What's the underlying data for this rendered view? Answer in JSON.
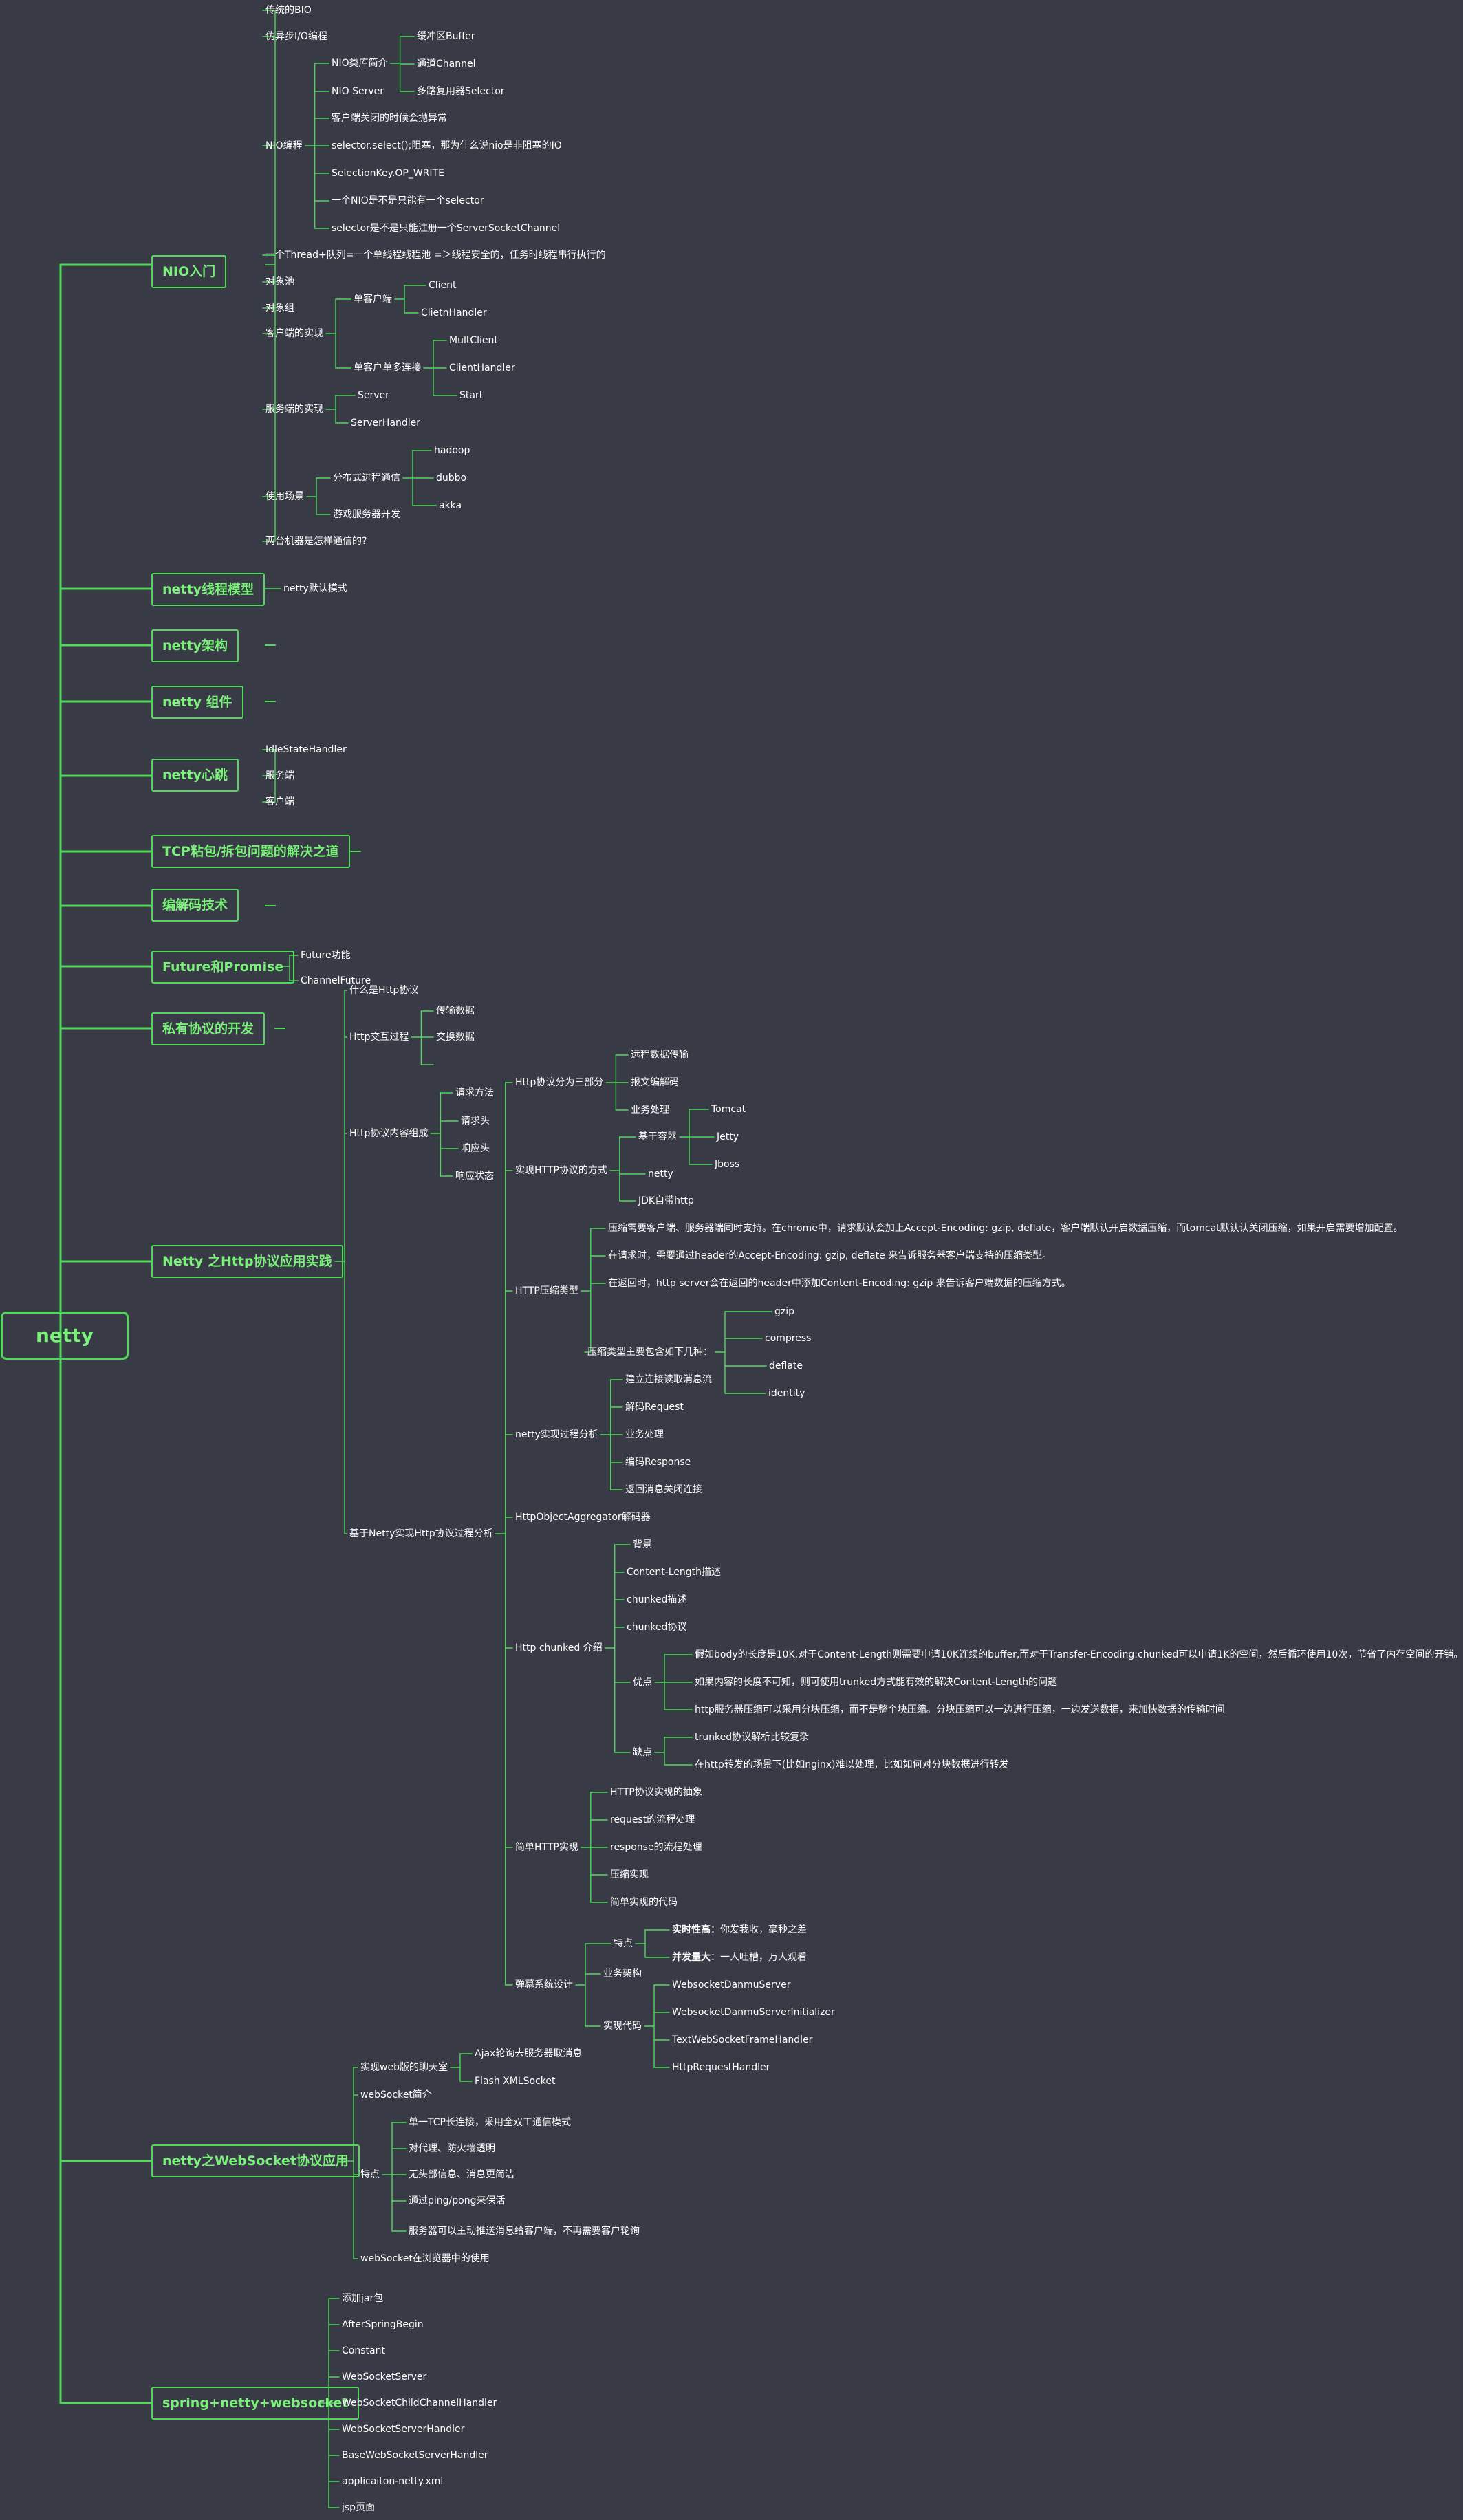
{
  "root": "netty",
  "branches": [
    {
      "title": "NIO入门",
      "children": [
        {
          "text": "传统的BIO"
        },
        {
          "text": "伪异步I/O编程"
        },
        {
          "text": "NIO编程",
          "children": [
            {
              "text": "NIO类库简介",
              "children": [
                {
                  "text": "缓冲区Buffer"
                },
                {
                  "text": "通道Channel"
                },
                {
                  "text": "多路复用器Selector"
                }
              ]
            },
            {
              "text": "NIO Server"
            },
            {
              "text": "客户端关闭的时候会抛异常"
            },
            {
              "text": "selector.select();阻塞，那为什么说nio是非阻塞的IO"
            },
            {
              "text": "SelectionKey.OP_WRITE"
            },
            {
              "text": "一个NIO是不是只能有一个selector"
            },
            {
              "text": "selector是不是只能注册一个ServerSocketChannel"
            }
          ]
        },
        {
          "text": "一个Thread+队列=一个单线程线程池 =＞线程安全的，任务时线程串行执行的"
        },
        {
          "text": "对象池"
        },
        {
          "text": "对象组"
        },
        {
          "text": "客户端的实现",
          "children": [
            {
              "text": "单客户端",
              "children": [
                {
                  "text": "Client"
                },
                {
                  "text": "ClietnHandler"
                }
              ]
            },
            {
              "text": "单客户单多连接",
              "children": [
                {
                  "text": "MultClient"
                },
                {
                  "text": "ClientHandler"
                },
                {
                  "text": "Start"
                }
              ]
            }
          ]
        },
        {
          "text": "服务端的实现",
          "children": [
            {
              "text": "Server"
            },
            {
              "text": "ServerHandler"
            }
          ]
        },
        {
          "text": "使用场景",
          "children": [
            {
              "text": "分布式进程通信",
              "children": [
                {
                  "text": "hadoop"
                },
                {
                  "text": "dubbo"
                },
                {
                  "text": "akka"
                }
              ]
            },
            {
              "text": "游戏服务器开发"
            }
          ]
        },
        {
          "text": "两台机器是怎样通信的?"
        }
      ]
    },
    {
      "title": "netty线程模型",
      "children": [
        {
          "text": "netty默认模式"
        }
      ]
    },
    {
      "title": "netty架构",
      "children": []
    },
    {
      "title": "netty 组件",
      "children": []
    },
    {
      "title": "netty心跳",
      "children": [
        {
          "text": "IdleStateHandler"
        },
        {
          "text": "服务端"
        },
        {
          "text": "客户端"
        }
      ]
    },
    {
      "title": "TCP粘包/拆包问题的解决之道",
      "children": []
    },
    {
      "title": "编解码技术",
      "children": []
    },
    {
      "title": "Future和Promise",
      "children": [
        {
          "text": "Future功能"
        },
        {
          "text": "ChannelFuture"
        }
      ]
    },
    {
      "title": "私有协议的开发",
      "children": []
    },
    {
      "title": "Netty 之Http协议应用实践",
      "children": [
        {
          "text": "什么是Http协议"
        },
        {
          "text": "Http交互过程",
          "children": [
            {
              "text": "传输数据"
            },
            {
              "text": "交换数据"
            },
            {
              "text": ""
            }
          ]
        },
        {
          "text": "Http协议内容组成",
          "children": [
            {
              "text": "请求方法"
            },
            {
              "text": "请求头"
            },
            {
              "text": "响应头"
            },
            {
              "text": "响应状态"
            }
          ]
        },
        {
          "text": "基于Netty实现Http协议过程分析",
          "children": [
            {
              "text": "Http协议分为三部分",
              "children": [
                {
                  "text": "远程数据传输"
                },
                {
                  "text": "报文编解码"
                },
                {
                  "text": "业务处理"
                }
              ]
            },
            {
              "text": "实现HTTP协议的方式",
              "children": [
                {
                  "text": "基于容器",
                  "children": [
                    {
                      "text": "Tomcat"
                    },
                    {
                      "text": "Jetty"
                    },
                    {
                      "text": "Jboss"
                    }
                  ]
                },
                {
                  "text": "netty"
                },
                {
                  "text": "JDK自带http"
                }
              ]
            },
            {
              "text": "HTTP压缩类型",
              "children": [
                {
                  "text": "压缩需要客户端、服务器端同时支持。在chrome中，请求默认会加上Accept-Encoding: gzip, deflate，客户端默认开启数据压缩，而tomcat默认认关闭压缩，如果开启需要增加配置。"
                },
                {
                  "text": "在请求时，需要通过header的Accept-Encoding: gzip, deflate 来告诉服务器客户端支持的压缩类型。"
                },
                {
                  "text": "在返回时，http server会在返回的header中添加Content-Encoding: gzip 来告诉客户端数据的压缩方式。"
                },
                {
                  "text": "压缩类型主要包含如下几种：",
                  "children": [
                    {
                      "text": "gzip"
                    },
                    {
                      "text": "compress"
                    },
                    {
                      "text": "deflate"
                    },
                    {
                      "text": "identity"
                    }
                  ]
                }
              ]
            },
            {
              "text": "netty实现过程分析",
              "children": [
                {
                  "text": "建立连接读取消息流"
                },
                {
                  "text": "解码Request"
                },
                {
                  "text": "业务处理"
                },
                {
                  "text": "编码Response"
                },
                {
                  "text": "返回消息关闭连接"
                }
              ]
            },
            {
              "text": "HttpObjectAggregator解码器"
            },
            {
              "text": "Http  chunked 介绍",
              "children": [
                {
                  "text": "背景"
                },
                {
                  "text": "Content-Length描述"
                },
                {
                  "text": "chunked描述"
                },
                {
                  "text": "chunked协议"
                },
                {
                  "text": "优点",
                  "children": [
                    {
                      "text": "假如body的长度是10K,对于Content-Length则需要申请10K连续的buffer,而对于Transfer-Encoding:chunked可以申请1K的空间，然后循环使用10次，节省了内存空间的开销。"
                    },
                    {
                      "text": "如果内容的长度不可知，则可使用trunked方式能有效的解决Content-Length的问题"
                    },
                    {
                      "text": "http服务器压缩可以采用分块压缩，而不是整个块压缩。分块压缩可以一边进行压缩，一边发送数据，来加快数据的传输时间"
                    }
                  ]
                },
                {
                  "text": "缺点",
                  "children": [
                    {
                      "text": "trunked协议解析比较复杂"
                    },
                    {
                      "text": "在http转发的场景下(比如nginx)难以处理，比如如何对分块数据进行转发"
                    }
                  ]
                }
              ]
            },
            {
              "text": "简单HTTP实现",
              "children": [
                {
                  "text": "HTTP协议实现的抽象"
                },
                {
                  "text": "request的流程处理"
                },
                {
                  "text": "response的流程处理"
                },
                {
                  "text": "压缩实现"
                },
                {
                  "text": "简单实现的代码"
                }
              ]
            },
            {
              "text": "弹幕系统设计",
              "children": [
                {
                  "text": "特点",
                  "children": [
                    {
                      "text": "实时性高：你发我收，毫秒之差",
                      "bold": "实时性高"
                    },
                    {
                      "text": "并发量大：一人吐槽，万人观看",
                      "bold": "并发量大"
                    }
                  ]
                },
                {
                  "text": "业务架构"
                },
                {
                  "text": "实现代码",
                  "children": [
                    {
                      "text": "WebsocketDanmuServer"
                    },
                    {
                      "text": "WebsocketDanmuServerInitializer"
                    },
                    {
                      "text": "TextWebSocketFrameHandler"
                    },
                    {
                      "text": "HttpRequestHandler"
                    }
                  ]
                }
              ]
            }
          ]
        }
      ]
    },
    {
      "title": "netty之WebSocket协议应用",
      "children": [
        {
          "text": "实现web版的聊天室",
          "children": [
            {
              "text": "Ajax轮询去服务器取消息"
            },
            {
              "text": "Flash XMLSocket"
            }
          ]
        },
        {
          "text": "webSocket简介"
        },
        {
          "text": "特点",
          "children": [
            {
              "text": "单一TCP长连接，采用全双工通信模式"
            },
            {
              "text": "对代理、防火墙透明"
            },
            {
              "text": "无头部信息、消息更简洁"
            },
            {
              "text": "通过ping/pong来保活"
            },
            {
              "text": "服务器可以主动推送消息给客户端，不再需要客户轮询"
            }
          ]
        },
        {
          "text": "webSocket在浏览器中的使用"
        }
      ]
    },
    {
      "title": "spring+netty+websocket",
      "children": [
        {
          "text": "添加jar包"
        },
        {
          "text": "AfterSpringBegin"
        },
        {
          "text": "Constant"
        },
        {
          "text": "WebSocketServer"
        },
        {
          "text": "WebSocketChildChannelHandler"
        },
        {
          "text": "WebSocketServerHandler"
        },
        {
          "text": "BaseWebSocketServerHandler"
        },
        {
          "text": "applicaiton-netty.xml"
        },
        {
          "text": "jsp页面"
        }
      ]
    }
  ]
}
